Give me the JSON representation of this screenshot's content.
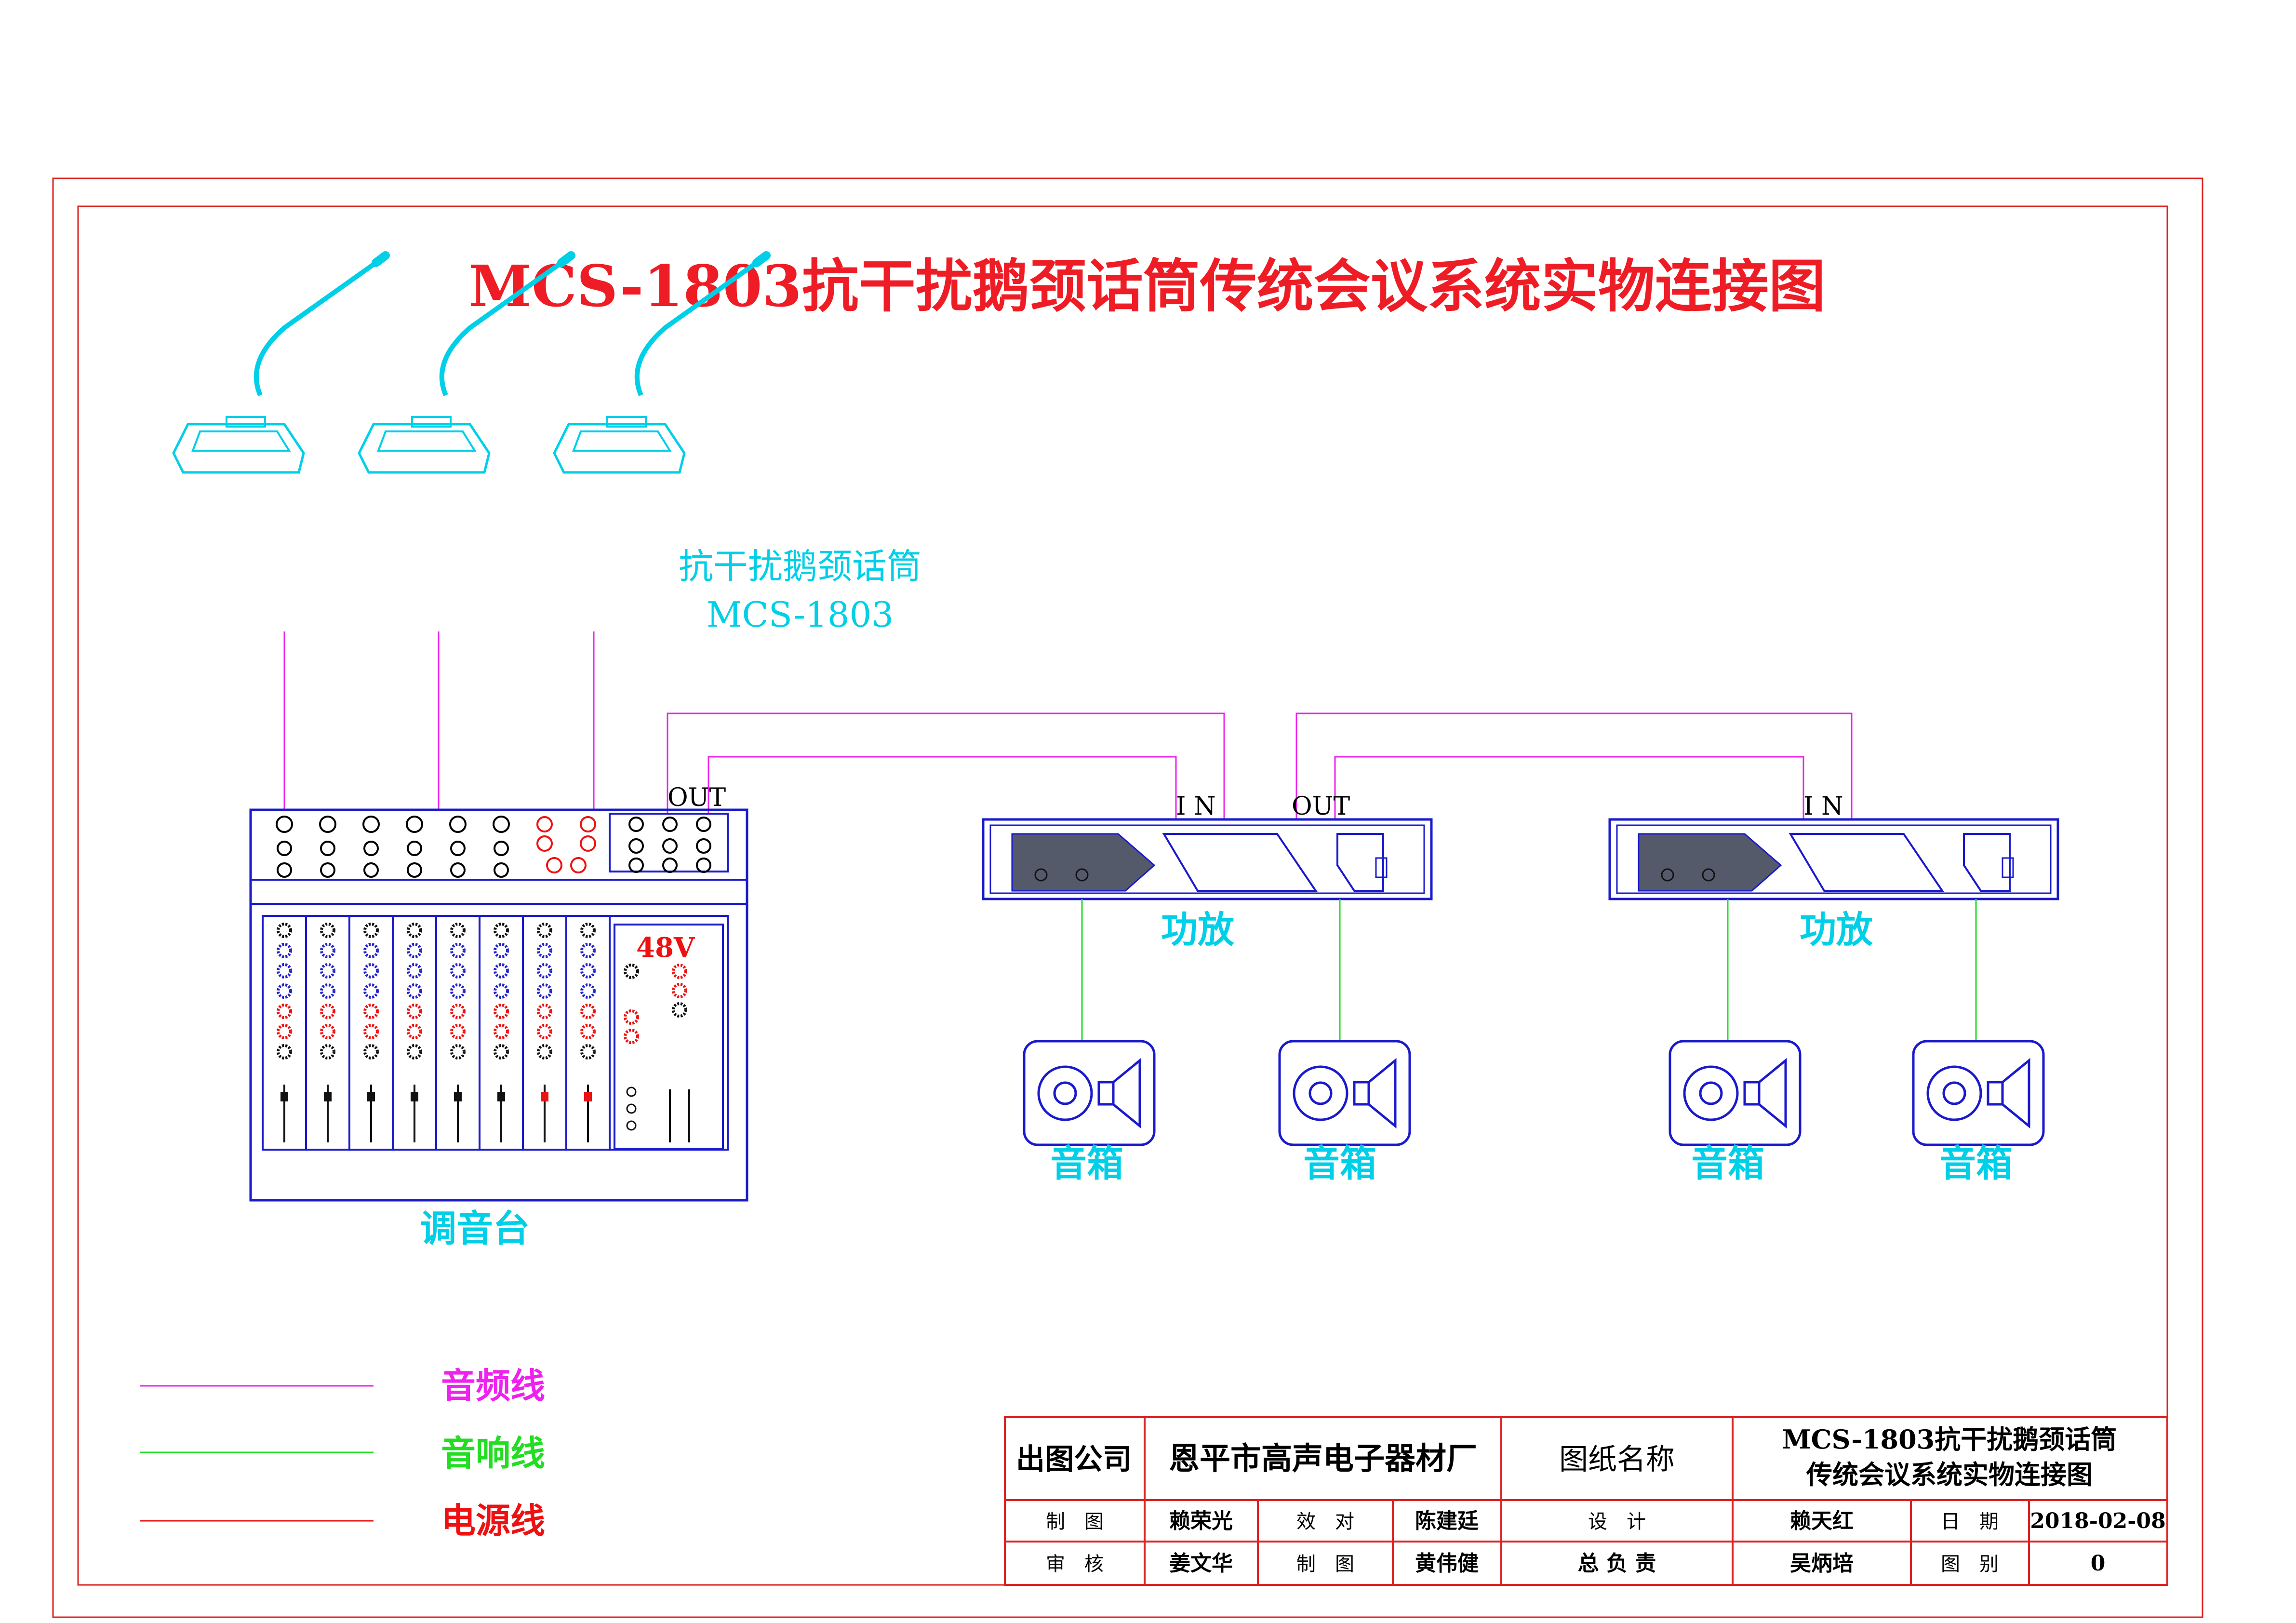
{
  "title": "MCS-1803抗干扰鹅颈话筒传统会议系统实物连接图",
  "microphone": {
    "name": "抗干扰鹅颈话筒",
    "model": "MCS-1803",
    "count": 3
  },
  "mixer": {
    "label": "调音台",
    "out_label": "OUT",
    "phantom_label": "48V"
  },
  "amplifiers": [
    {
      "label": "功放",
      "in_label": "I N",
      "out_label": "OUT"
    },
    {
      "label": "功放",
      "in_label": "I N"
    }
  ],
  "speakers": [
    {
      "label": "音箱"
    },
    {
      "label": "音箱"
    },
    {
      "label": "音箱"
    },
    {
      "label": "音箱"
    }
  ],
  "legend": [
    {
      "label": "音频线",
      "color": "#ee22ee"
    },
    {
      "label": "音响线",
      "color": "#22dd22"
    },
    {
      "label": "电源线",
      "color": "#ee1111"
    }
  ],
  "title_block": {
    "company_label": "出图公司",
    "company_name": "恩平市高声电子器材厂",
    "drawing_name_label": "图纸名称",
    "drawing_name_line1": "MCS-1803抗干扰鹅颈话筒",
    "drawing_name_line2": "传统会议系统实物连接图",
    "row1": {
      "c1": "制　图",
      "c2": "赖荣光",
      "c3": "效　对",
      "c4": "陈建廷",
      "c5": "设　计",
      "c6": "赖天红",
      "c7": "日　期",
      "c8": "2018-02-08"
    },
    "row2": {
      "c1": "审　核",
      "c2": "姜文华",
      "c3": "制　图",
      "c4": "黄伟健",
      "c5": "总 负 责",
      "c6": "吴炳培",
      "c7": "图　别",
      "c8": "0"
    }
  },
  "colors": {
    "frame": "#dd2222",
    "audio_line": "#ee22ee",
    "speaker_line": "#22dd22",
    "power_line": "#ee1111",
    "device_outline": "#1a1acc",
    "label_cyan": "#00cfe8",
    "title_red": "#ee1c25"
  }
}
